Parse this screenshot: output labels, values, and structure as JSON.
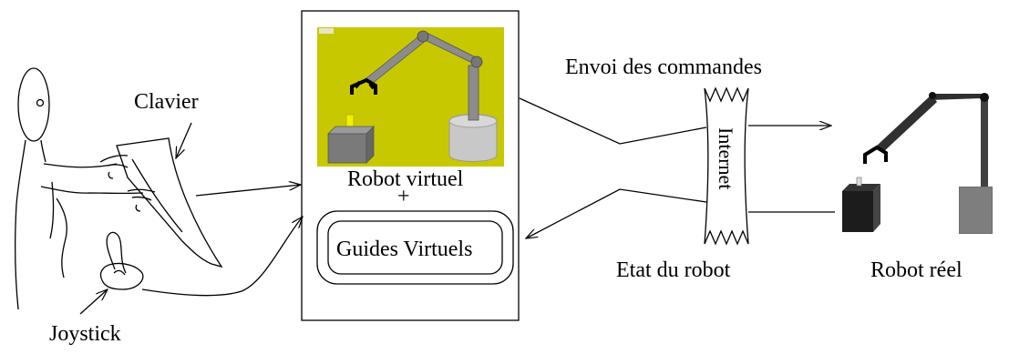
{
  "labels": {
    "clavier": "Clavier",
    "joystick": "Joystick",
    "robot_virtuel": "Robot virtuel",
    "plus": "+",
    "guides_virtuels": "Guides Virtuels",
    "envoi_commandes": "Envoi des commandes",
    "internet": "Internet",
    "etat_robot": "Etat du robot",
    "robot_reel": "Robot réel"
  },
  "colors": {
    "virtual_scene_background": "#c8c800",
    "robot_arm_virtual": "#8c8c8c",
    "robot_base_virtual": "#c8c8c8",
    "target_object": "#f0f000",
    "box": "#7a7a7a",
    "gripper": "#000000"
  }
}
